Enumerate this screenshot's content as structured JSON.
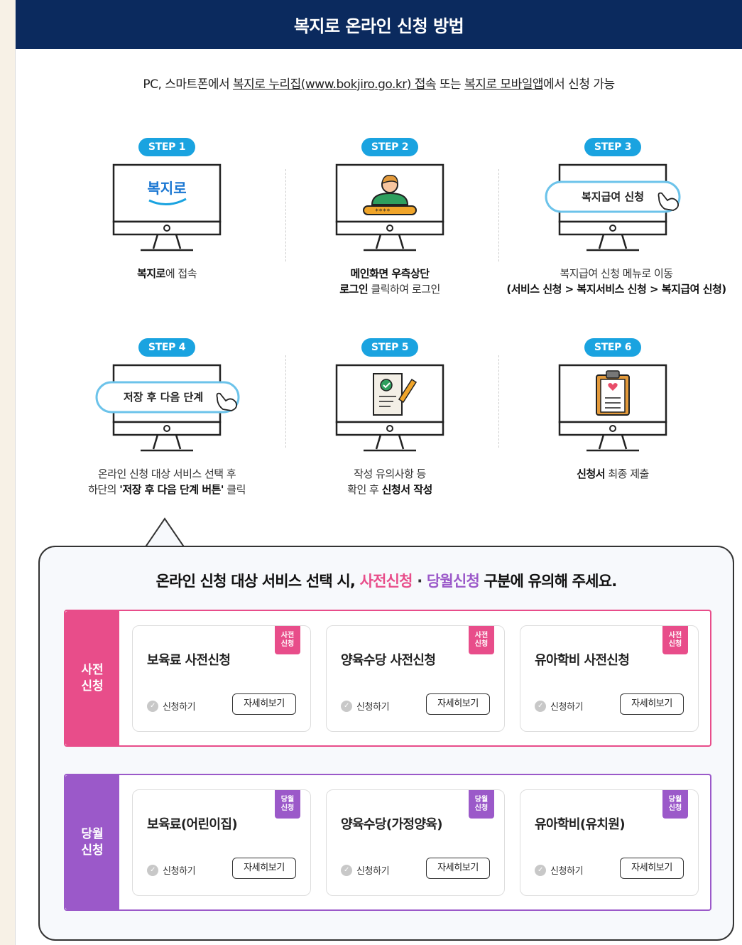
{
  "header": {
    "title": "복지로 온라인 신청 방법"
  },
  "intro": {
    "prefix": "PC, 스마트폰에서 ",
    "site_link": "복지로 누리집(www.bokjiro.go.kr) 접속",
    "middle": " 또는 ",
    "app_link": "복지로 모바일앱",
    "suffix": "에서 신청 가능"
  },
  "steps": [
    {
      "label": "STEP 1",
      "screen_logo": "복지로",
      "desc_bold": "복지로",
      "desc_rest": "에 접속"
    },
    {
      "label": "STEP 2",
      "screen_mask": "****",
      "line1": "메인화면 우측상단",
      "line2_bold": "로그인",
      "line2_rest": " 클릭하여 로그인"
    },
    {
      "label": "STEP 3",
      "screen_button": "복지급여 신청",
      "line1": "복지급여 신청 메뉴로 이동",
      "line2": "(서비스 신청 > 복지서비스 신청 > 복지급여 신청)"
    },
    {
      "label": "STEP 4",
      "screen_button": "저장 후 다음 단계",
      "line1": "온라인 신청 대상 서비스 선택 후",
      "line2_pre": "하단의 ",
      "line2_bold": "'저장 후 다음 단계 버튼'",
      "line2_rest": " 클릭"
    },
    {
      "label": "STEP 5",
      "line1": "작성 유의사항 등",
      "line2_pre": "확인 후 ",
      "line2_bold": "신청서 작성"
    },
    {
      "label": "STEP 6",
      "desc_bold": "신청서",
      "desc_rest": " 최종 제출"
    }
  ],
  "callout": {
    "title_pre": "온라인 신청 대상 서비스 선택 시, ",
    "pre_label": "사전신청",
    "dot": " · ",
    "month_label": "당월신청",
    "title_post": " 구분에 유의해 주세요."
  },
  "pre_group": {
    "side_line1": "사전",
    "side_line2": "신청",
    "badge_line1": "사전",
    "badge_line2": "신청",
    "cards": [
      {
        "name": "보육료 사전신청",
        "apply": "신청하기",
        "detail": "자세히보기"
      },
      {
        "name": "양육수당 사전신청",
        "apply": "신청하기",
        "detail": "자세히보기"
      },
      {
        "name": "유아학비 사전신청",
        "apply": "신청하기",
        "detail": "자세히보기"
      }
    ]
  },
  "month_group": {
    "side_line1": "당월",
    "side_line2": "신청",
    "badge_line1": "당월",
    "badge_line2": "신청",
    "cards": [
      {
        "name": "보육료(어린이집)",
        "apply": "신청하기",
        "detail": "자세히보기"
      },
      {
        "name": "양육수당(가정양육)",
        "apply": "신청하기",
        "detail": "자세히보기"
      },
      {
        "name": "유아학비(유치원)",
        "apply": "신청하기",
        "detail": "자세히보기"
      }
    ]
  },
  "colors": {
    "header_bg": "#0b2a5e",
    "step_pill": "#1aa3e0",
    "pre_accent": "#e84d8a",
    "month_accent": "#9b59c9"
  },
  "icons": {
    "check": "✓",
    "hand": "hand-pointer-icon"
  }
}
